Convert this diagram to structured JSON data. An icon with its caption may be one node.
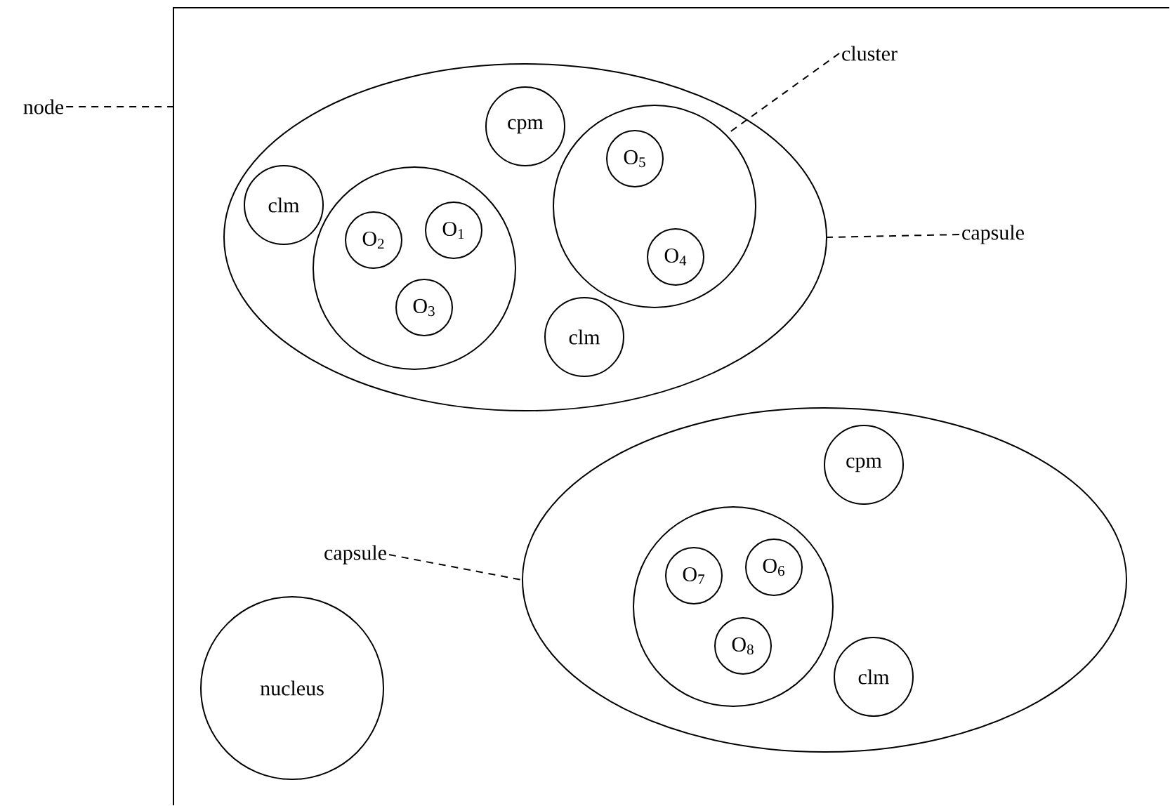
{
  "diagram": {
    "nodes": [
      {
        "text": [],
        "shape": "box"
      },
      {
        "text": [],
        "shape": "circle",
        "in": 0
      },
      {
        "text": [
          "cpm"
        ],
        "in": 1
      },
      {
        "text": [
          "clm"
        ],
        "in": 1
      },
      {
        "text": [],
        "shape": "circle",
        "in": 1
      },
      {
        "text": [
          "O$_{2}$"
        ],
        "in": 4
      },
      {
        "text": [
          "O$_{1}$"
        ],
        "in": 4
      },
      {
        "text": [
          "O$_{3}$"
        ],
        "in": 4
      },
      {
        "text": [],
        "shape": "circle",
        "in": 1
      },
      {
        "text": [
          "O$_{5}$"
        ],
        "in": 8
      },
      {
        "text": [
          "O$_{4}$"
        ],
        "in": 8
      },
      {
        "text": [
          "clm"
        ],
        "in": 1
      },
      {
        "text": [],
        "shape": "circle",
        "in": 0
      },
      {
        "text": [
          "cpm"
        ],
        "in": 12
      },
      {
        "text": [],
        "shape": "circle",
        "in": 12
      },
      {
        "text": [
          "O$_{7}$"
        ],
        "in": 14
      },
      {
        "text": [
          "O$_{6}$"
        ],
        "in": 14
      },
      {
        "text": [
          "O$_{8}$"
        ],
        "in": 14
      },
      {
        "text": [
          "clm"
        ],
        "in": 12
      },
      {
        "text": [
          "nucleus"
        ],
        "in": 0
      },
      {
        "text": [
          "node"
        ]
      },
      {
        "text": [
          "cluster"
        ],
        "in": 0
      },
      {
        "text": [
          "capsule"
        ],
        "in": 0
      },
      {
        "text": [
          "capsule"
        ],
        "in": 0
      }
    ],
    "edges": [
      {
        "from": 20,
        "to": 0,
        "arrow": "none",
        "style": "dashed"
      },
      {
        "from": 21,
        "to": 8,
        "arrow": "none",
        "style": "dashed"
      },
      {
        "from": 22,
        "to": 1,
        "arrow": "none",
        "style": "dashed"
      },
      {
        "from": 23,
        "to": 12,
        "arrow": "none",
        "style": "dashed"
      }
    ]
  }
}
